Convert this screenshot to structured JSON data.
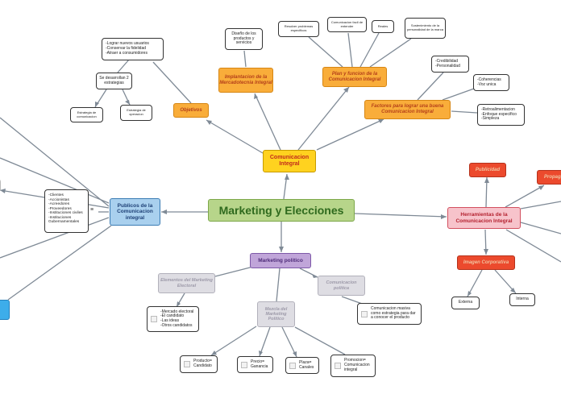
{
  "root": "Marketing y Elecciones",
  "comunicacion": {
    "title": "Comunicacion Integral",
    "objetivos": "Objetivos",
    "objetivos_items": "-Lograr nuevos usuarios\n-Conservar la fidelidad\n-Atraer a consumidores",
    "estrategias": "Se desarrollan 2 estrategias",
    "estrategia_com": "Estrategia de comunicacion",
    "estrategia_op": "Estrategia de operacion",
    "implantacion": "Implantacion de la Mercadotecnia Integral",
    "diseno": "Diseño de los productos y servicios",
    "plan": "Plan y funcion de la Comunicacion Integral",
    "plan_items": [
      "Resolver problemas especificos",
      "Comunicacion facil de entender",
      "Reales",
      "Sostenimiento de la personalidad de la marca"
    ],
    "factores": "Factores para lograr una buena Comunicacion Integral",
    "credibilidad": "-Credibilidad\n-Personalidad",
    "coherencias": "-Coherencias\n-Voz unica",
    "retro": "-Retroalimentacion\n-Enfoque especifico\n-Simpleza"
  },
  "publicos": {
    "title": "Publicos de la Comunicacion integral",
    "items": "-Clientes\n-Accionistas\n-Acreedores\n-Proveedores\n-Instituciones civiles\n-Instituciones Gubernamentales",
    "icon": "≡"
  },
  "herramientas": {
    "title": "Herramientas de la Comunicacion Integral",
    "publicidad": "Publicidad",
    "propaganda": "Propaganda",
    "imagen": "Imagen Corporativa",
    "externa": "Externa",
    "interna": "Interna"
  },
  "marketing": {
    "title": "Marketing politico",
    "elementos": "Elementos del Marketing Electoral",
    "elementos_items": "-Mercado electoral\n-El candidato\n-Las ideas\n-Otros candidatos",
    "comunicacion": "Comunicacion politica",
    "comunicacion_items": "Comunicacion masiva como estrategia para dar a conocer el producto",
    "mezcla": "Mezcla del Marketing Politico",
    "producto": "Producto= Candidato",
    "precio": "Precio= Ganancia",
    "plaza": "Plaza= Canales",
    "promocion": "Promocion= Comunicacion integral"
  },
  "colors": {
    "line": "#7f8a96",
    "root": "#b7d58a",
    "comunicacion": "#ffd21f",
    "branch_orange": "#f9ad3a",
    "publicos": "#a9d0ee",
    "herramientas": "#f7c3cb",
    "herramientas_children": "#ec4a2d",
    "marketing": "#c0a5d9",
    "marketing_children": "#dedde3"
  }
}
